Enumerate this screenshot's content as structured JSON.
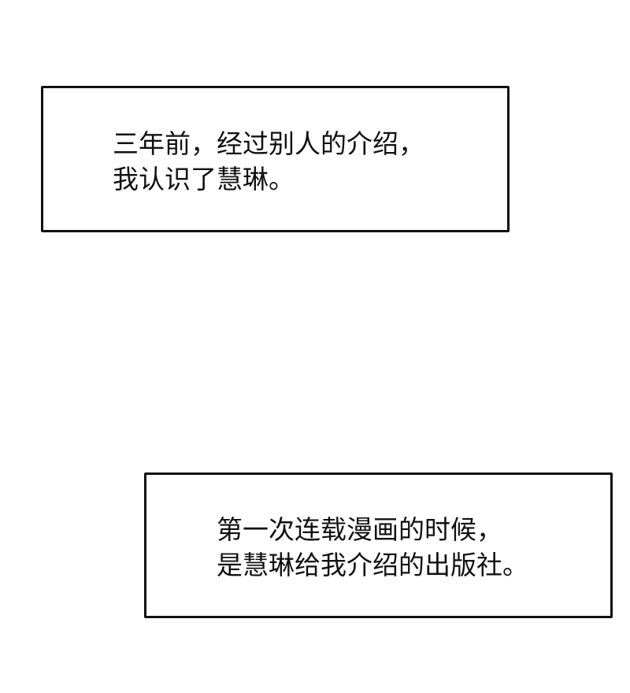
{
  "captions": [
    {
      "lines": [
        "三年前，经过别人的介绍，",
        "我认识了慧琳。"
      ]
    },
    {
      "lines": [
        "第一次连载漫画的时候，",
        "是慧琳给我介绍的出版社。"
      ]
    }
  ]
}
